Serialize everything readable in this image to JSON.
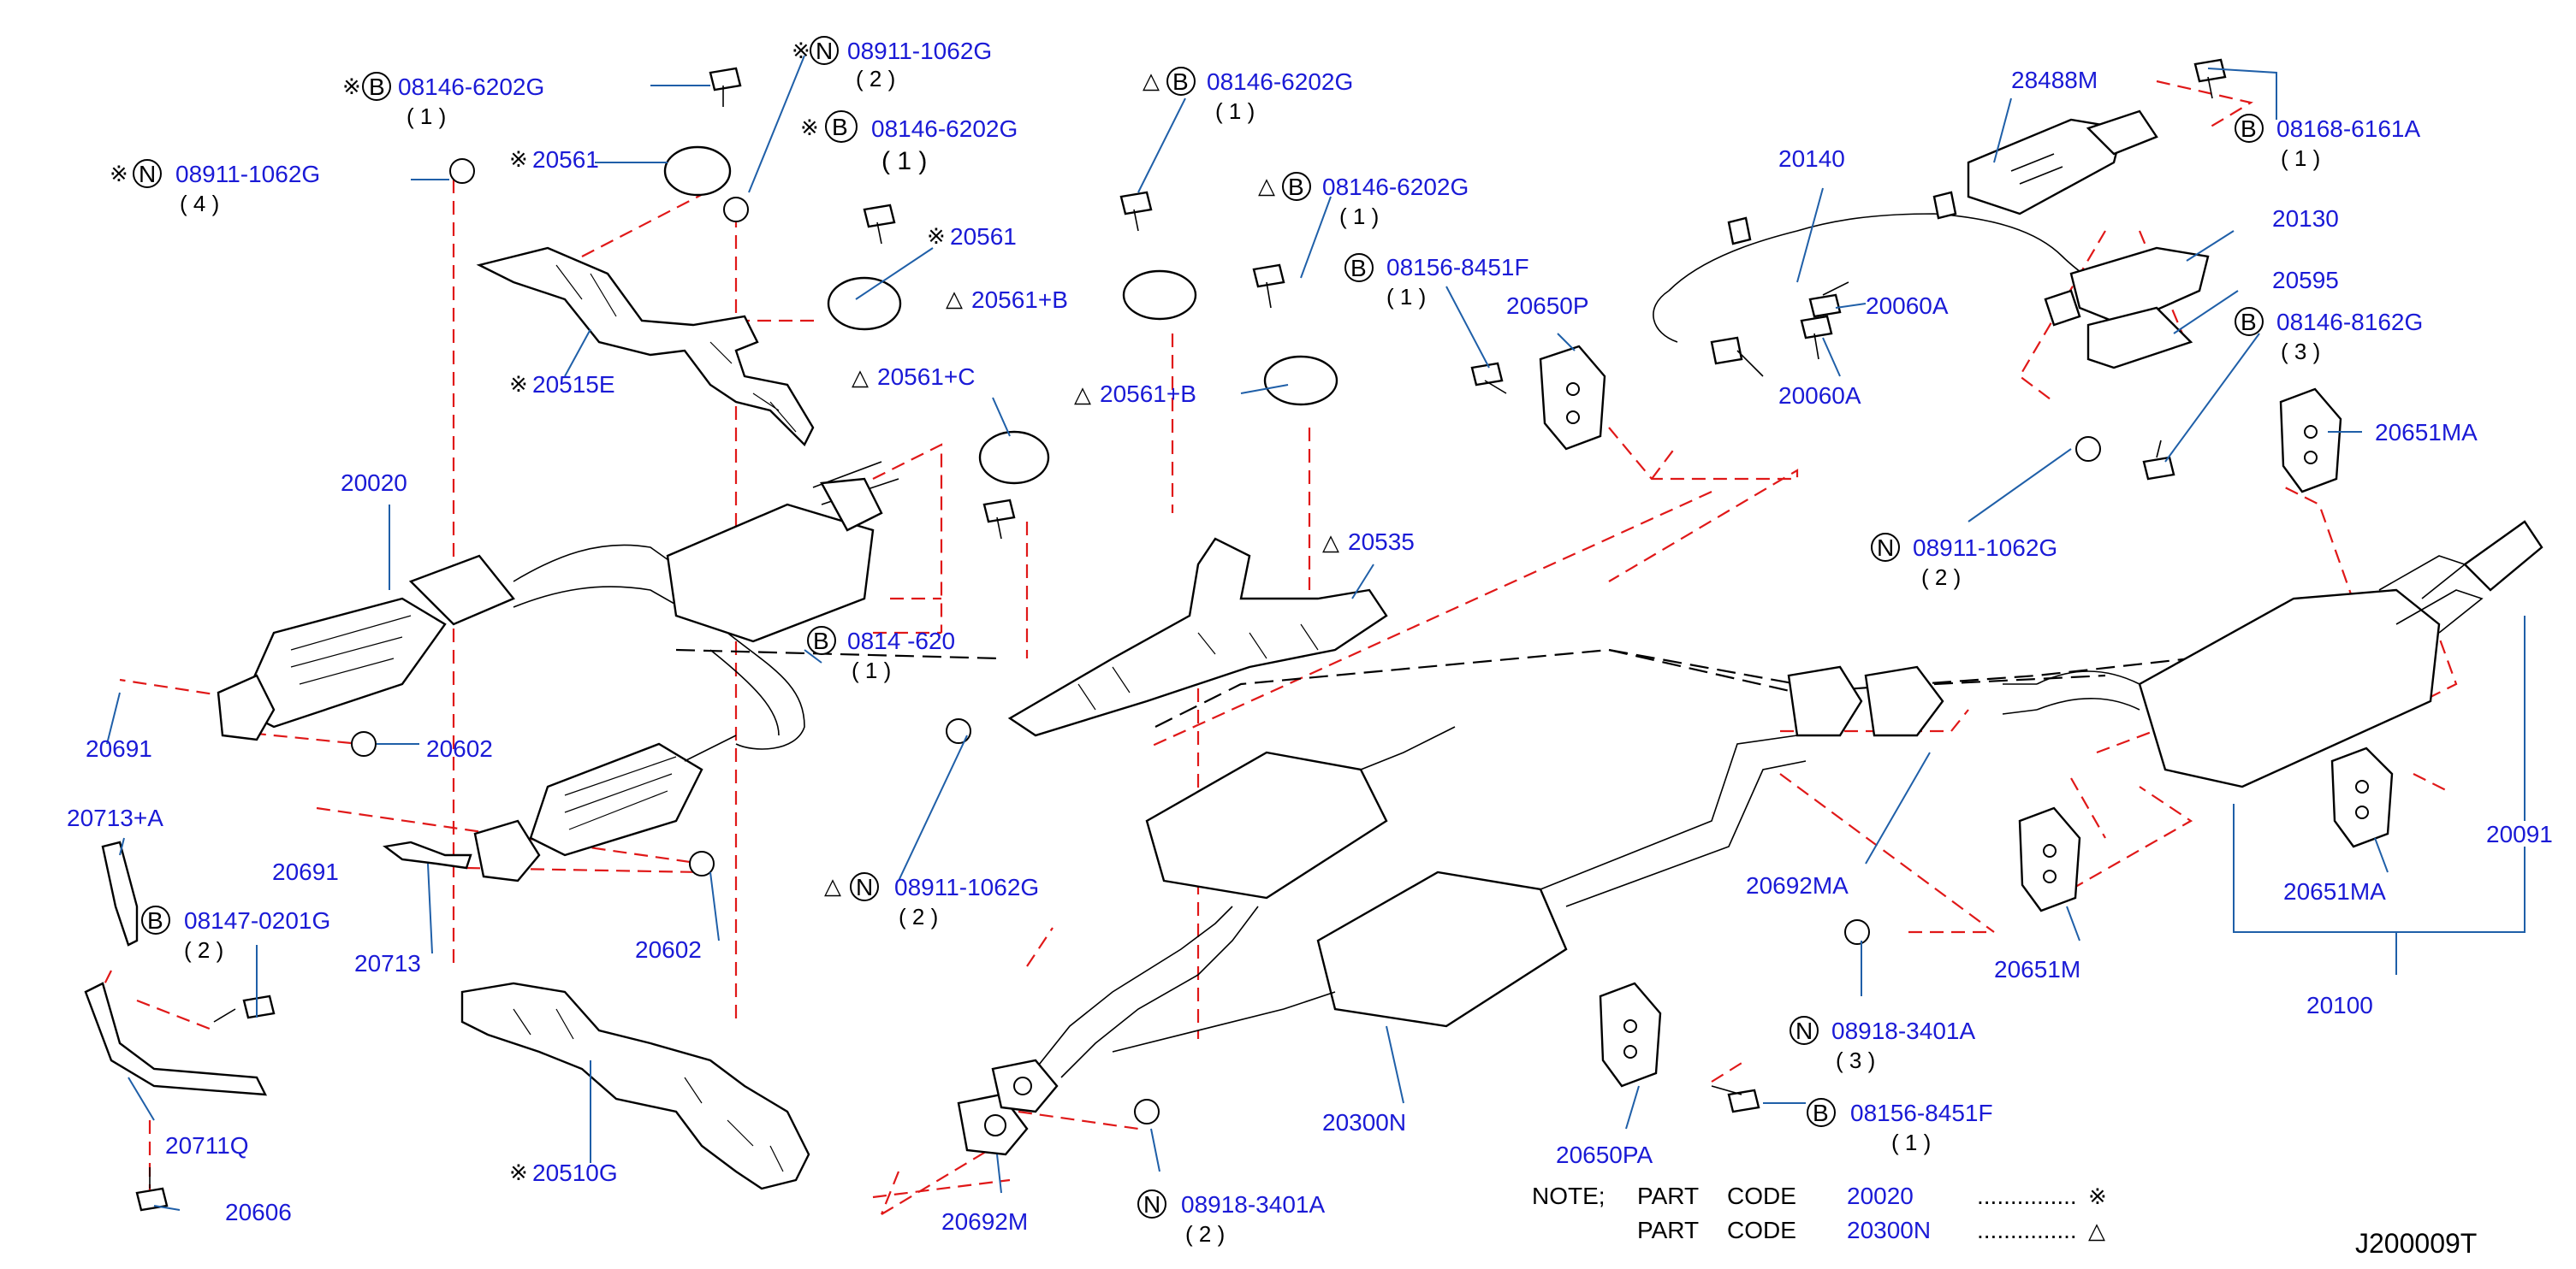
{
  "diagram_id": "J200009T",
  "labels": {
    "l1_code": "08146-6202G",
    "l1_qty": "( 1 )",
    "l2_code": "08911-1062G",
    "l2_qty": "( 2 )",
    "l3_code": "08146-6202G",
    "l3_qty": "( 1 )",
    "l4_code": "08911-1062G",
    "l4_qty": "( 4 )",
    "l5_code": "20561",
    "l6_code": "20561",
    "l7_code": "20561+B",
    "l8_code": "20515E",
    "l9_code": "08146-6202G",
    "l9_qty": "( 1 )",
    "l10_code": "08146-6202G",
    "l10_qty": "( 1 )",
    "l11_code": "08156-8451F",
    "l11_qty": "( 1 )",
    "l12_code": "20650P",
    "l13_code": "20561+C",
    "l14_code": "20561+B",
    "l15_code": "20535",
    "l16_code": "20140",
    "l17_code": "28488M",
    "l18_code": "08168-6161A",
    "l18_qty": "( 1 )",
    "l19_code": "20130",
    "l20_code": "20595",
    "l21_code": "08146-8162G",
    "l21_qty": "( 3 )",
    "l22_code": "20060A",
    "l23_code": "20060A",
    "l24_code": "20651MA",
    "l25_code": "08911-1062G",
    "l25_qty": "( 2 )",
    "l26_code": "20020",
    "l27_code": "0814 -620 ",
    "l27_qty": "( 1 )",
    "l28_code": "20691",
    "l29_code": "20602",
    "l30_code": "20713+A",
    "l31_code": "20691",
    "l32_code": "08147-0201G",
    "l32_qty": "( 2 )",
    "l33_code": "20713",
    "l34_code": "20602",
    "l35_code": "08911-1062G",
    "l35_qty": "( 2 )",
    "l36_code": "20692MA",
    "l37_code": "20091",
    "l38_code": "20651MA",
    "l39_code": "20651M",
    "l40_code": "08918-3401A",
    "l40_qty": "( 3 )",
    "l41_code": "20100",
    "l42_code": "20711Q",
    "l43_code": "20606",
    "l44_code": "20510G",
    "l45_code": "20692M",
    "l46_code": "08918-3401A",
    "l46_qty": "( 2 )",
    "l47_code": "20300N",
    "l48_code": "20650PA",
    "l49_code": "08156-8451F",
    "l49_qty": "( 1 )"
  },
  "symbols": {
    "kome": "※",
    "triangle": "△",
    "circle_b": "B",
    "circle_n": "N"
  },
  "note": {
    "label": "NOTE;",
    "part": "PART",
    "code": "CODE",
    "row1_value": "20020",
    "row1_dots": "...............",
    "row1_symbol": "※",
    "row2_value": "20300N",
    "row2_dots": "...............",
    "row2_symbol": "△"
  }
}
